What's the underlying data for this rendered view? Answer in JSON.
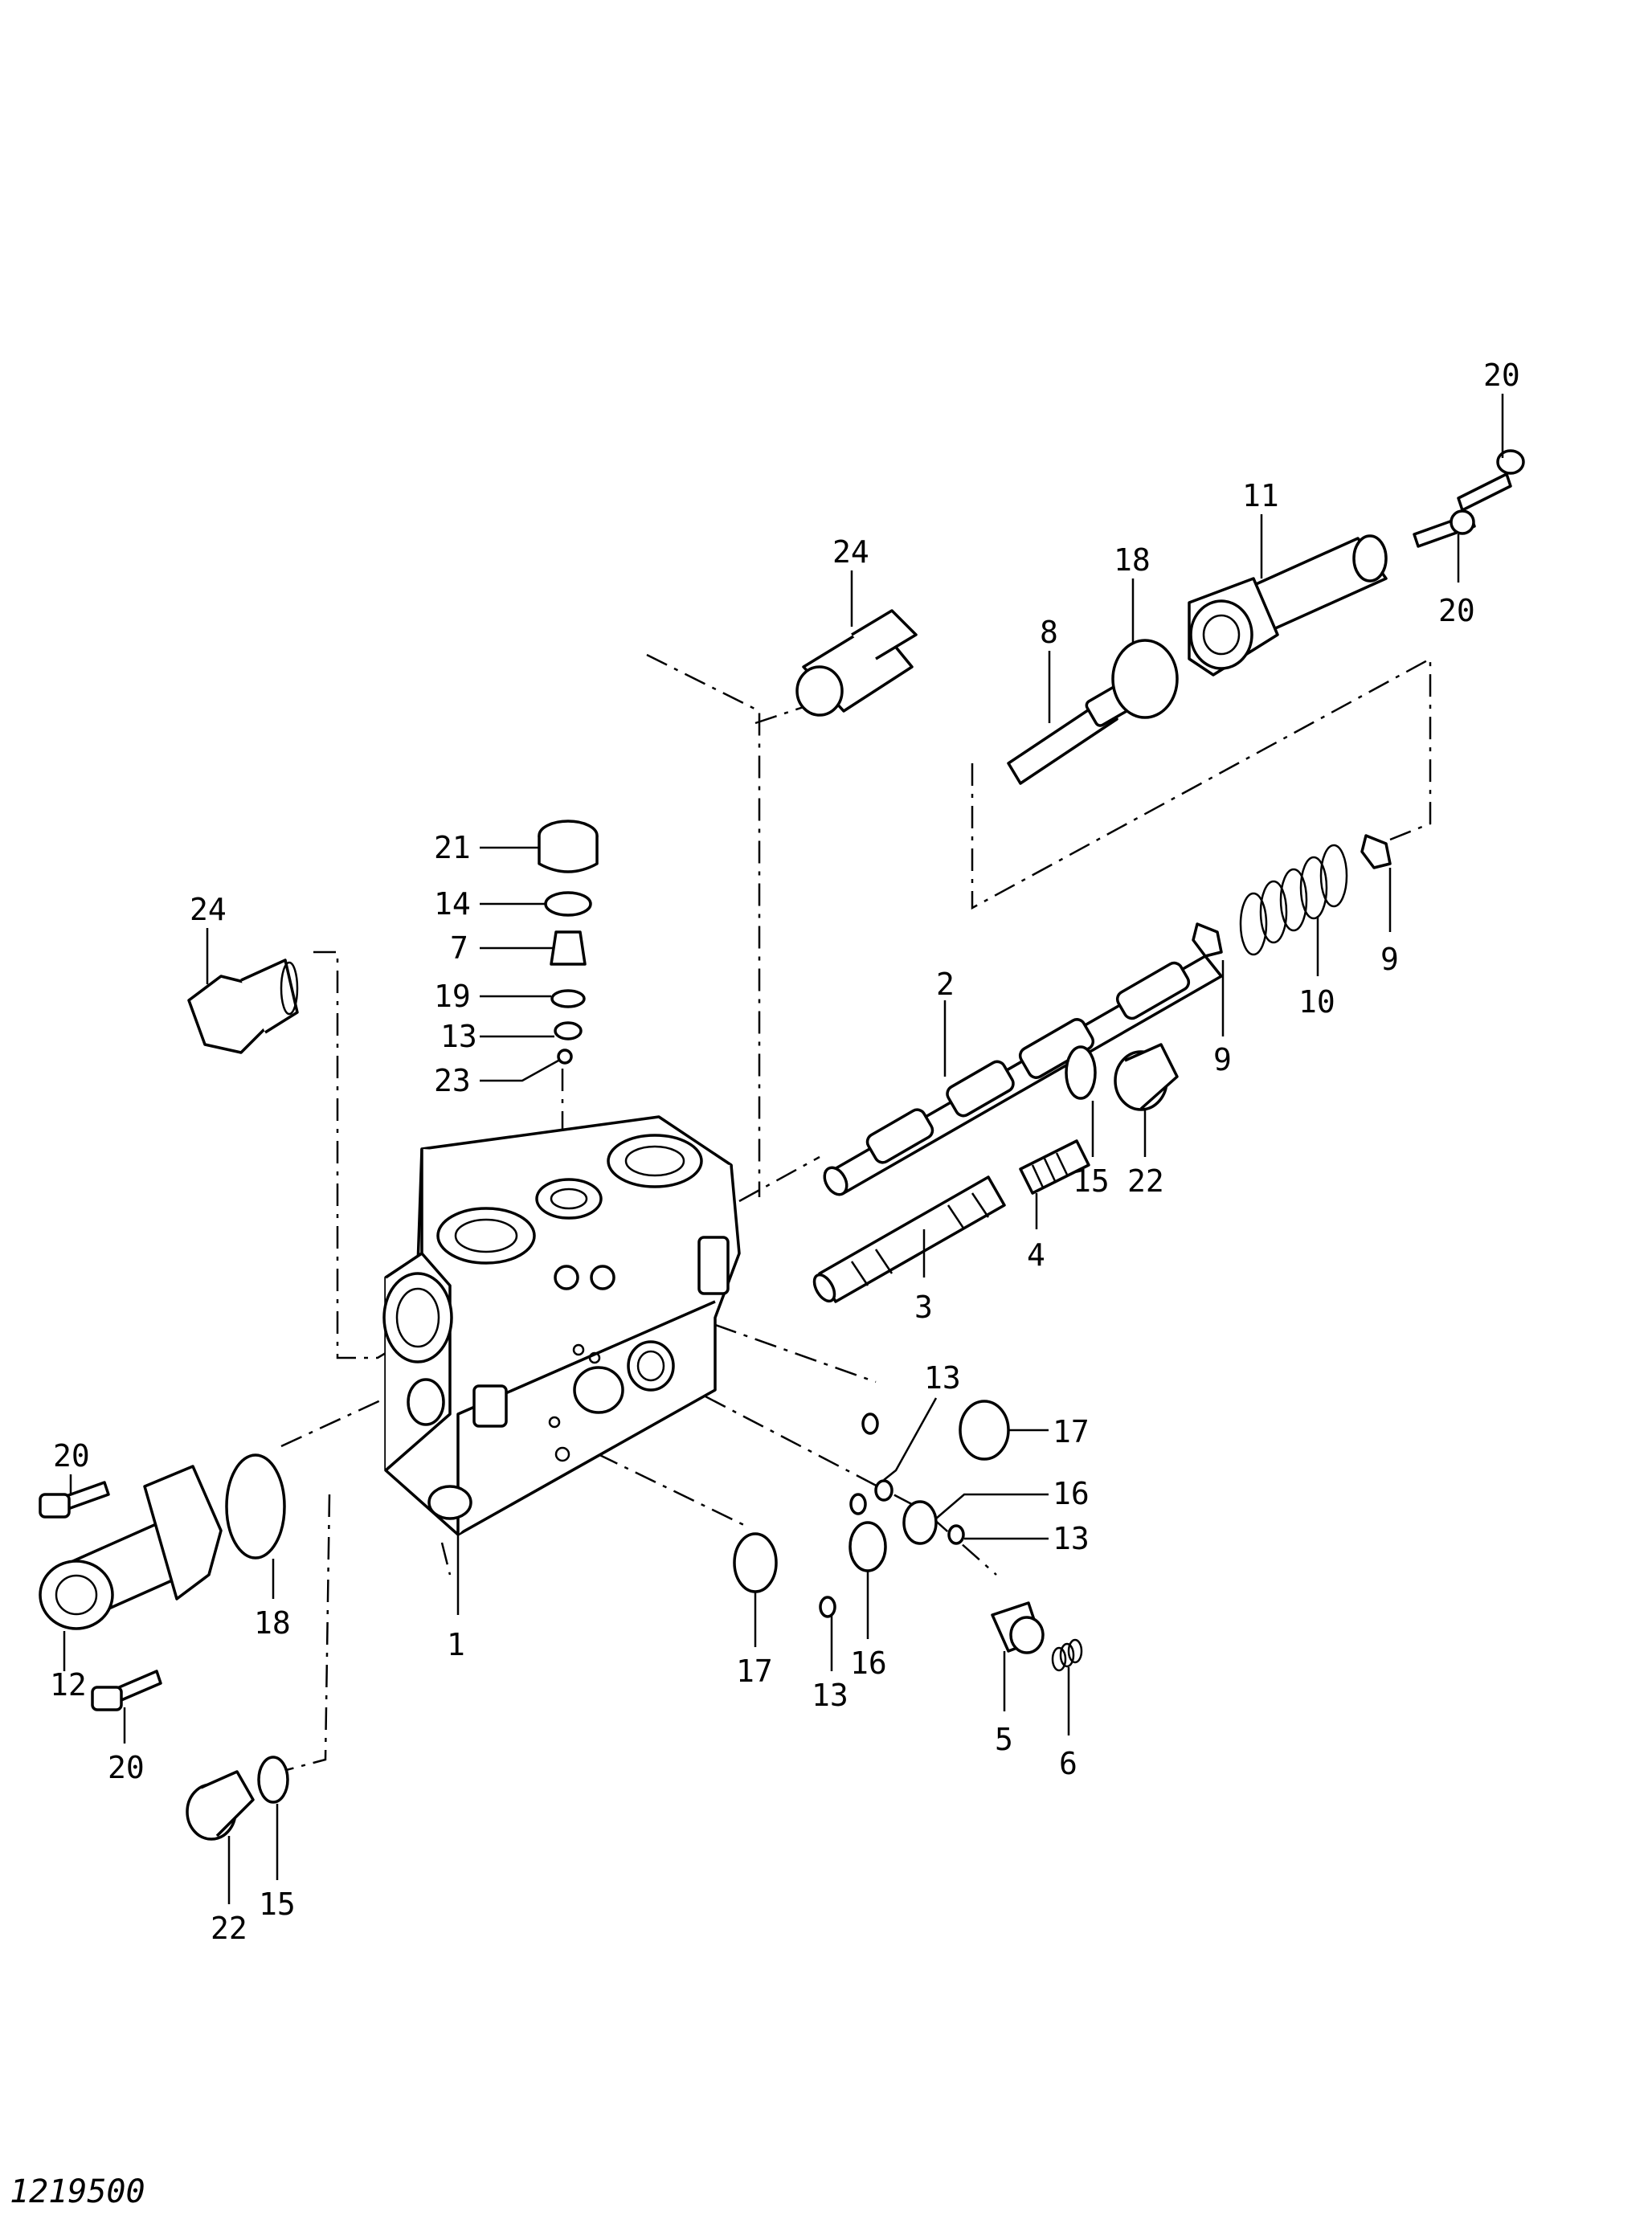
{
  "drawing_number": "1219500",
  "callouts": {
    "c1": "1",
    "c2": "2",
    "c3": "3",
    "c4": "4",
    "c5": "5",
    "c6": "6",
    "c7": "7",
    "c8": "8",
    "c9a": "9",
    "c9b": "9",
    "c10": "10",
    "c11": "11",
    "c12": "12",
    "c13a": "13",
    "c13b": "13",
    "c13c": "13",
    "c13d": "13",
    "c14": "14",
    "c15a": "15",
    "c15b": "15",
    "c16a": "16",
    "c16b": "16",
    "c17a": "17",
    "c17b": "17",
    "c18a": "18",
    "c18b": "18",
    "c19": "19",
    "c20a": "20",
    "c20b": "20",
    "c20c": "20",
    "c20d": "20",
    "c21": "21",
    "c22a": "22",
    "c22b": "22",
    "c23": "23",
    "c24a": "24",
    "c24b": "24"
  }
}
